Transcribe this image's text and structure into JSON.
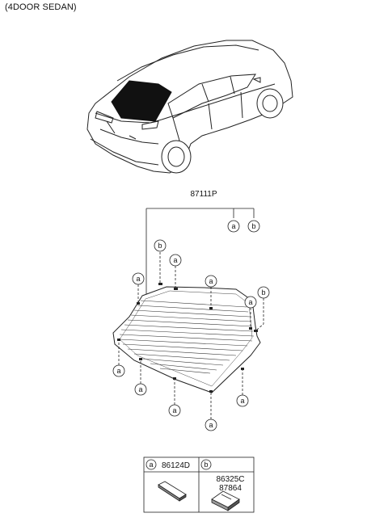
{
  "header": {
    "variant": "(4DOOR SEDAN)"
  },
  "assembly": {
    "part_number": "87111P"
  },
  "callouts": {
    "a": "a",
    "b": "b"
  },
  "legend": {
    "a": {
      "key": "a",
      "parts": [
        "86124D"
      ]
    },
    "b": {
      "key": "b",
      "parts": [
        "86325C",
        "87864"
      ]
    }
  }
}
